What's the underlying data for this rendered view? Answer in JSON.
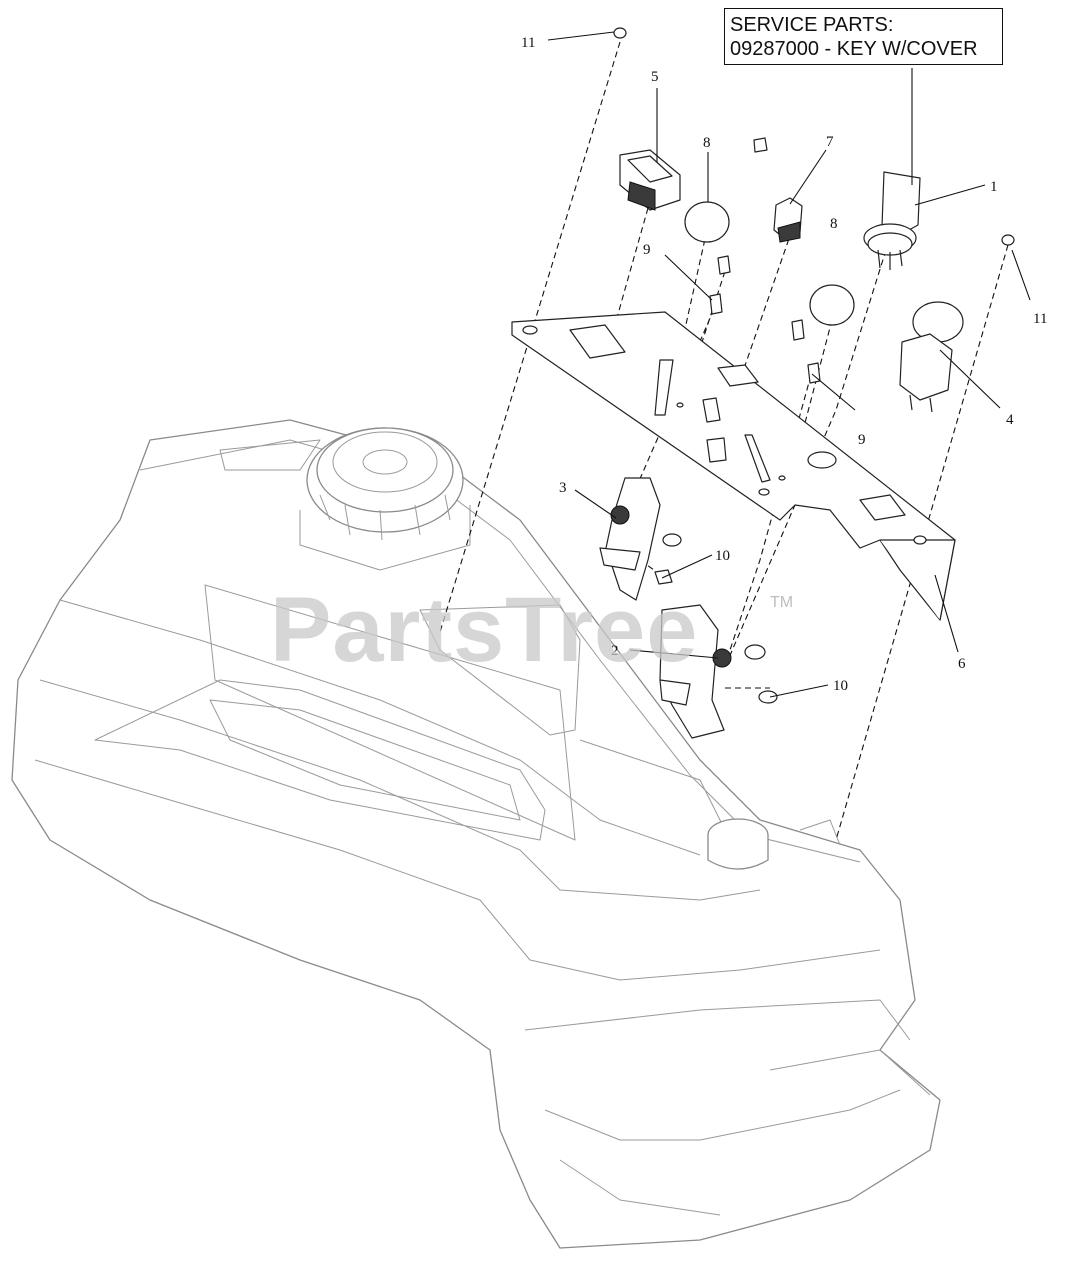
{
  "service_box": {
    "line1": "SERVICE PARTS:",
    "line2": "09287000 - KEY W/COVER"
  },
  "watermark": {
    "text": "PartsTree",
    "tm": "TM"
  },
  "callouts": [
    {
      "id": "11a",
      "label": "11"
    },
    {
      "id": "5",
      "label": "5"
    },
    {
      "id": "8a",
      "label": "8"
    },
    {
      "id": "7",
      "label": "7"
    },
    {
      "id": "1",
      "label": "1"
    },
    {
      "id": "9a",
      "label": "9"
    },
    {
      "id": "8b",
      "label": "8"
    },
    {
      "id": "11b",
      "label": "11"
    },
    {
      "id": "4",
      "label": "4"
    },
    {
      "id": "9b",
      "label": "9"
    },
    {
      "id": "3",
      "label": "3"
    },
    {
      "id": "10a",
      "label": "10"
    },
    {
      "id": "6",
      "label": "6"
    },
    {
      "id": "2",
      "label": "2"
    },
    {
      "id": "10b",
      "label": "10"
    }
  ]
}
